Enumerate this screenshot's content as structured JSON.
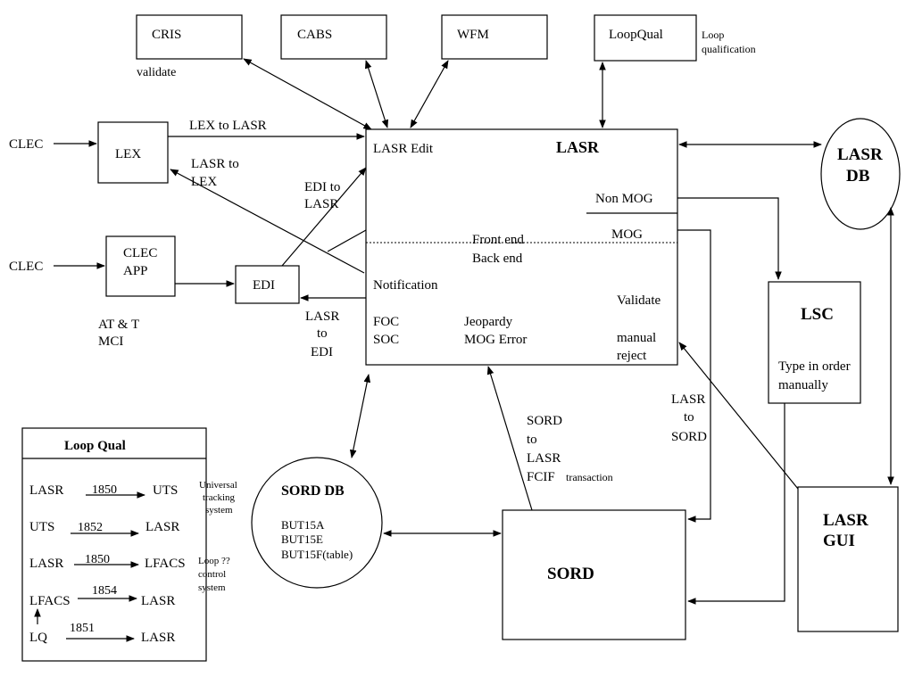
{
  "systems": {
    "cris": "CRIS",
    "cabs": "CABS",
    "wfm": "WFM",
    "loopqual": "LoopQual",
    "lex": "LEX",
    "clec_app_1": "CLEC",
    "clec_app_2": "APP",
    "edi": "EDI",
    "lsc": "LSC",
    "lasr_gui_1": "LASR",
    "lasr_gui_2": "GUI",
    "sord": "SORD",
    "lasr_db_1": "LASR",
    "lasr_db_2": "DB",
    "sord_db": "SORD DB"
  },
  "external": {
    "clec_top": "CLEC",
    "clec_bottom": "CLEC",
    "validate": "validate",
    "loop_qual_note_1": "Loop",
    "loop_qual_note_2": "qualification",
    "att": "AT & T",
    "mci": "MCI"
  },
  "lasr_box": {
    "title": "LASR",
    "edit": "LASR Edit",
    "non_mog": "Non MOG",
    "mog": "MOG",
    "front_end": "Front end",
    "back_end": "Back end",
    "notification": "Notification",
    "validate": "Validate",
    "foc": "FOC",
    "soc": "SOC",
    "jeopardy": "Jeopardy",
    "mog_error": "MOG Error",
    "manual": "manual",
    "reject": "reject"
  },
  "lsc_box": {
    "line1": "Type in order",
    "line2": "manually"
  },
  "sord_db_tables": [
    "BUT15A",
    "BUT15E",
    "BUT15F(table)"
  ],
  "flows": {
    "lex_to_lasr": "LEX to LASR",
    "lasr_to_lex_1": "LASR to",
    "lasr_to_lex_2": "LEX",
    "edi_to_lasr_1": "EDI to",
    "edi_to_lasr_2": "LASR",
    "lasr_to_edi_1": "LASR",
    "lasr_to_edi_2": "to",
    "lasr_to_edi_3": "EDI",
    "lasr_to_sord_1": "LASR",
    "lasr_to_sord_2": "to",
    "lasr_to_sord_3": "SORD",
    "sord_to_lasr_1": "SORD",
    "sord_to_lasr_2": "to",
    "sord_to_lasr_3": "LASR",
    "sord_to_lasr_4": "FCIF",
    "transaction": "transaction"
  },
  "loop_qual_panel": {
    "title": "Loop Qual",
    "rows": [
      {
        "from": "LASR",
        "code": "1850",
        "to": "UTS"
      },
      {
        "from": "UTS",
        "code": "1852",
        "to": "LASR"
      },
      {
        "from": "LASR",
        "code": "1850",
        "to": "LFACS"
      },
      {
        "from": "LFACS",
        "code": "1854",
        "to": "LASR"
      },
      {
        "from": "LQ",
        "code": "1851",
        "to": "LASR"
      }
    ],
    "notes": {
      "universal_1": "Universal",
      "universal_2": "tracking",
      "universal_3": "system",
      "loop_1": "Loop ??",
      "loop_2": "control",
      "loop_3": "system"
    }
  }
}
